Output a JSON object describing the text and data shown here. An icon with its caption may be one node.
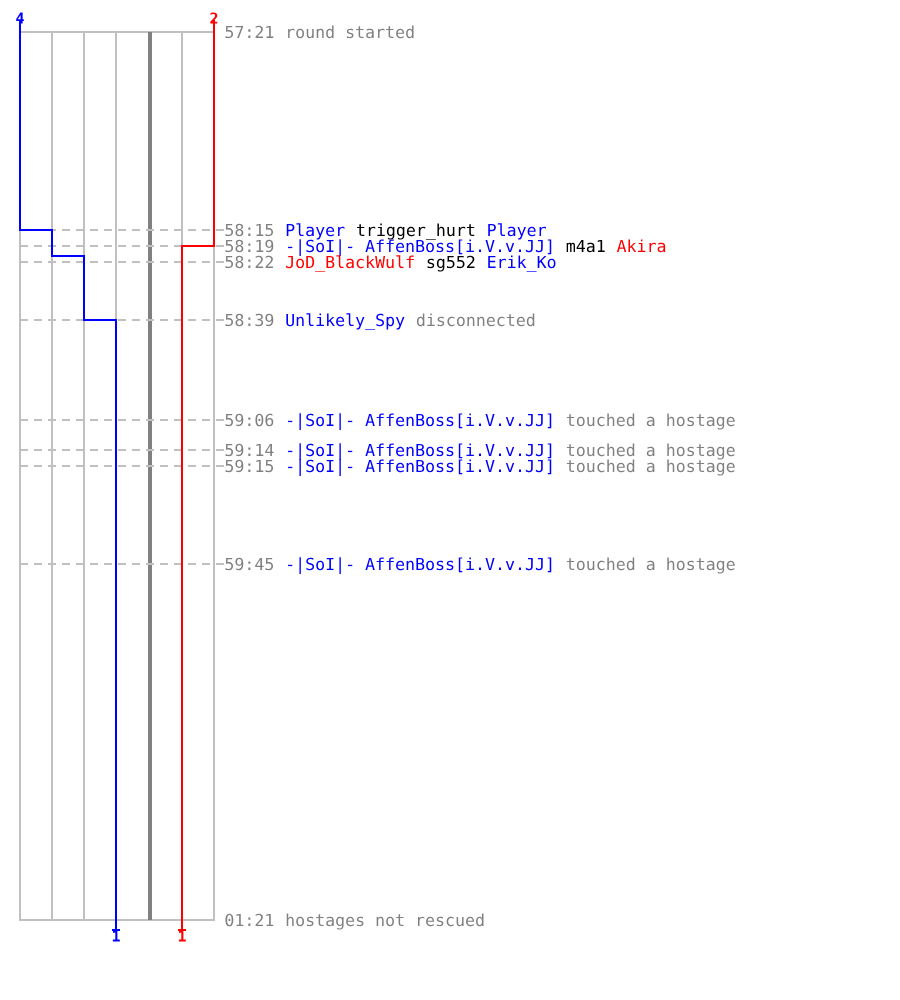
{
  "diagram": {
    "labels": [
      "4",
      "2",
      "57:21",
      "round started",
      "58:15",
      "Player",
      "trigger_hurt",
      "Player",
      "58:19",
      "-|SoI|- AffenBoss[i.V.v.JJ]",
      "m4a1",
      "Akira",
      "58:22",
      "JoD_BlackWulf",
      "sg552",
      "Erik_Ko",
      "58:39",
      "Unlikely_Spy",
      "disconnected",
      "59:06",
      "-|SoI|- AffenBoss[i.V.v.JJ]",
      "touched a hostage",
      "59:14",
      "-|SoI|- AffenBoss[i.V.v.JJ]",
      "touched a hostage",
      "59:15",
      "-|SoI|- AffenBoss[i.V.v.JJ]",
      "touched a hostage",
      "59:45",
      "-|SoI|- AffenBoss[i.V.v.JJ]",
      "touched a hostage",
      "01:21",
      "hostages not rescued",
      "1",
      "1"
    ]
  }
}
